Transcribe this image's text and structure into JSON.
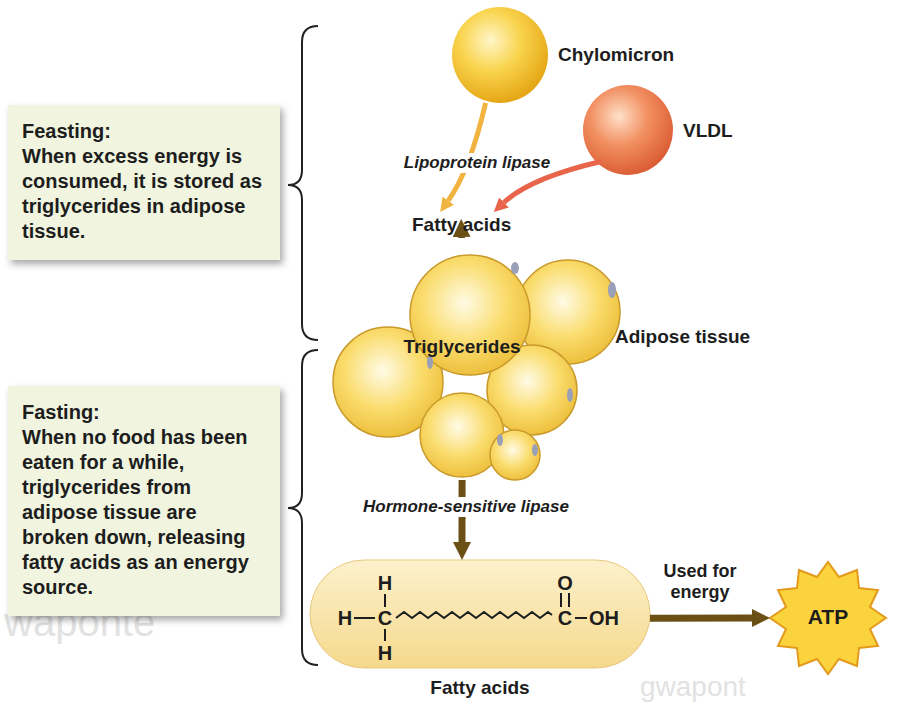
{
  "diagram": {
    "nodes": [
      {
        "text": [
          "Feasting:",
          "When excess energy is consumed, it is stored as triglycerides in adipose tissue."
        ]
      },
      {
        "text": [
          "Chylomicron"
        ]
      },
      {
        "text": [
          "VLDL"
        ]
      },
      {
        "text": [
          "Fatty acids"
        ]
      },
      {
        "text": [
          "Triglycerides",
          "Adipose tissue"
        ]
      },
      {
        "text": [
          "Fasting:",
          "When no food has been eaten for a while, triglycerides from adipose tissue are broken down, releasing fatty acids as an energy source."
        ]
      },
      {
        "text": [
          "Fatty acids"
        ]
      },
      {
        "text": [
          "ATP"
        ]
      }
    ],
    "edges": [
      {
        "from": 1,
        "to": 3,
        "arrow": "to",
        "label": "Lipoprotein lipase"
      },
      {
        "from": 2,
        "to": 3,
        "arrow": "to"
      },
      {
        "from": 3,
        "to": 4,
        "arrow": "to"
      },
      {
        "from": 4,
        "to": 6,
        "arrow": "to",
        "label": "Hormone-sensitive lipase"
      },
      {
        "from": 6,
        "to": 7,
        "arrow": "to",
        "label": "Used for energy"
      }
    ],
    "labels": [
      "H",
      "H",
      "C",
      "H",
      "O",
      "C",
      "OH",
      "waponte",
      "gwapont"
    ]
  }
}
